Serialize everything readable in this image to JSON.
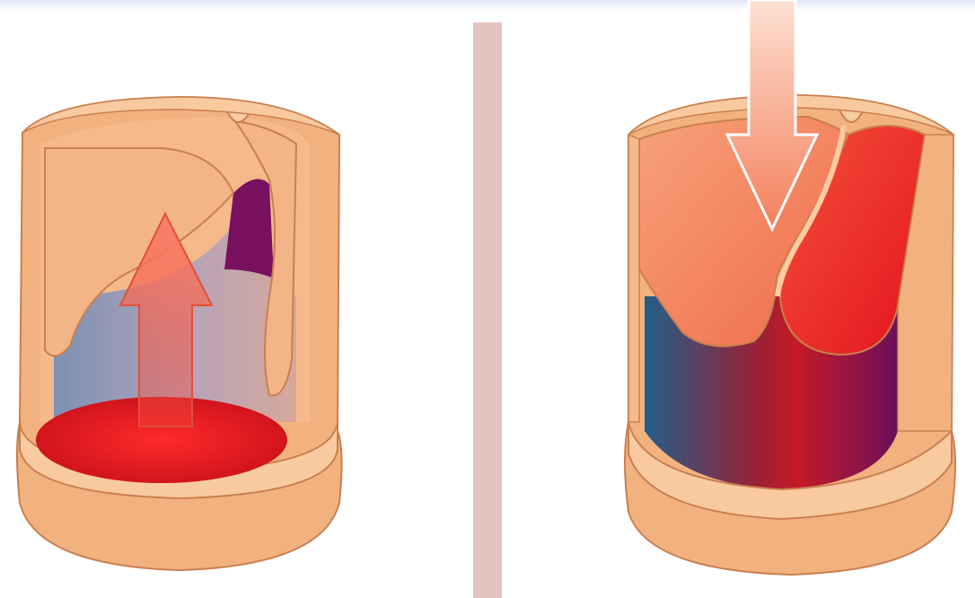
{
  "diagram": {
    "panels": [
      {
        "id": "left",
        "valve_state": "open",
        "flow_direction": "up",
        "arrow_icon": "up-arrow-icon"
      },
      {
        "id": "right",
        "valve_state": "closed",
        "flow_direction": "down",
        "arrow_icon": "down-arrow-icon"
      }
    ],
    "colors": {
      "vein_wall": "#f2b27f",
      "vein_wall_light": "#f9caa0",
      "vein_outline": "#c97f4f",
      "blood_red": "#ee1c24",
      "deoxygenated_blue": "#2a5a85",
      "purple": "#7a1060",
      "divider": "#e3c3bb",
      "top_banner": "#e9eef8"
    }
  }
}
